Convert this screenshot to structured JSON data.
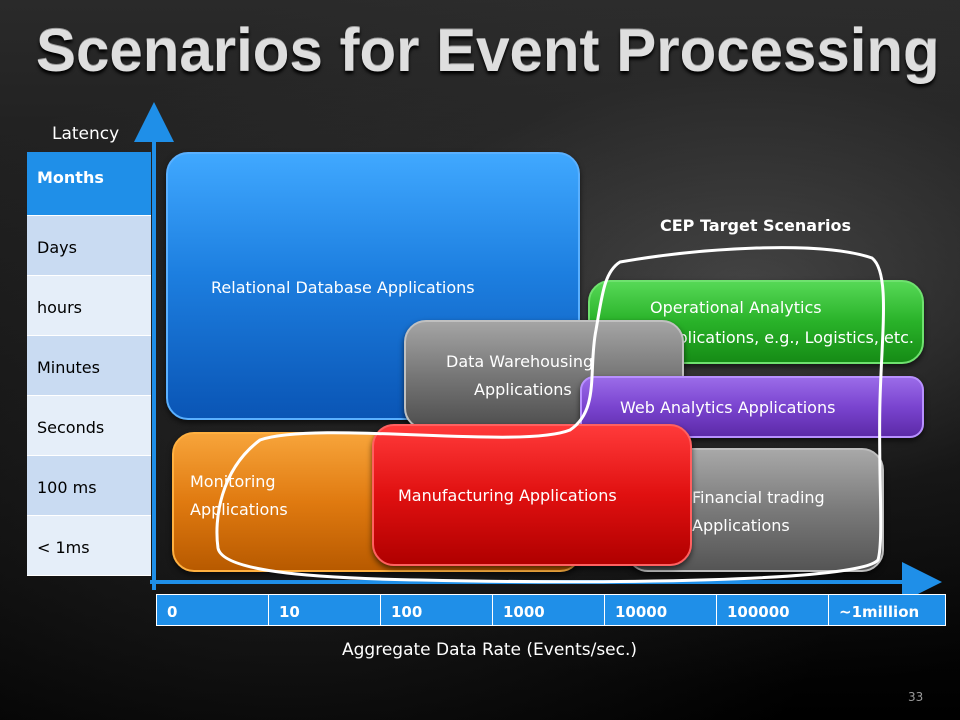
{
  "title": "Scenarios for Event Processing",
  "axes": {
    "y_label": "Latency",
    "x_label": "Aggregate Data Rate (Events/sec.)"
  },
  "latency_rows": [
    "Months",
    "Days",
    "hours",
    "Minutes",
    "Seconds",
    "100 ms",
    "< 1ms"
  ],
  "rate_columns": [
    "0",
    "10",
    "100",
    "1000",
    "10000",
    "100000",
    "~1million"
  ],
  "boxes": {
    "relational": "Relational Database Applications",
    "monitoring_1": "Monitoring",
    "monitoring_2": "Applications",
    "operational_1": "Operational Analytics",
    "operational_2": "Applications, e.g., Logistics, etc.",
    "financial_1": "Financial trading",
    "financial_2": "Applications",
    "datawarehousing_1": "Data Warehousing",
    "datawarehousing_2": "Applications",
    "manufacturing": "Manufacturing Applications",
    "webanalytics": "Web Analytics Applications"
  },
  "cep_label": "CEP Target Scenarios",
  "page_number": "33",
  "colors": {
    "blue": "#1f8fe8",
    "orange": "#e07a10",
    "green": "#29b229",
    "gray": "#7a7a7a",
    "red": "#e01010",
    "purple": "#7a44cf"
  }
}
